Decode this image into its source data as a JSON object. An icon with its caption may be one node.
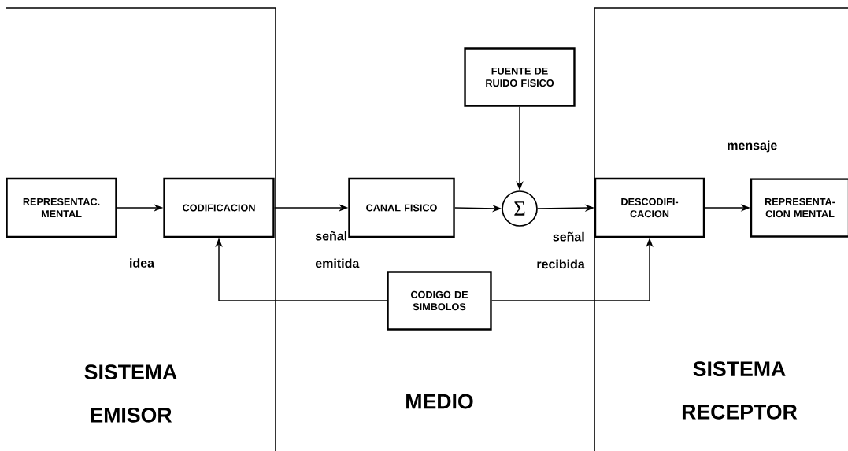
{
  "diagram": {
    "nodes": [
      {
        "text": [
          "REPRESENTAC. MENTAL"
        ]
      },
      {
        "text": [
          "CODIFICACION"
        ]
      },
      {
        "text": [
          "CANAL FISICO"
        ]
      },
      {
        "text": [
          "FUENTE DE RUIDO FISICO"
        ]
      },
      {
        "text": [
          "Σ"
        ]
      },
      {
        "text": [
          "DESCODIFI- CACION"
        ]
      },
      {
        "text": [
          "REPRESENTA- CION MENTAL"
        ]
      },
      {
        "text": [
          "CODIGO DE SIMBOLOS"
        ]
      }
    ],
    "edges": [
      {
        "from": 0,
        "to": 1,
        "arrow": "to"
      },
      {
        "from": 1,
        "to": 2,
        "arrow": "to"
      },
      {
        "from": 2,
        "to": 4,
        "arrow": "to"
      },
      {
        "from": 3,
        "to": 4,
        "arrow": "to"
      },
      {
        "from": 4,
        "to": 5,
        "arrow": "to"
      },
      {
        "from": 5,
        "to": 6,
        "arrow": "to"
      },
      {
        "from": 7,
        "to": 1,
        "arrow": "to"
      },
      {
        "from": 7,
        "to": 5,
        "arrow": "to"
      }
    ],
    "labels": [
      "mensaje",
      "señal emitida",
      "señal recibida",
      "idea",
      "SISTEMA EMISOR",
      "MEDIO",
      "SISTEMA RECEPTOR"
    ]
  }
}
